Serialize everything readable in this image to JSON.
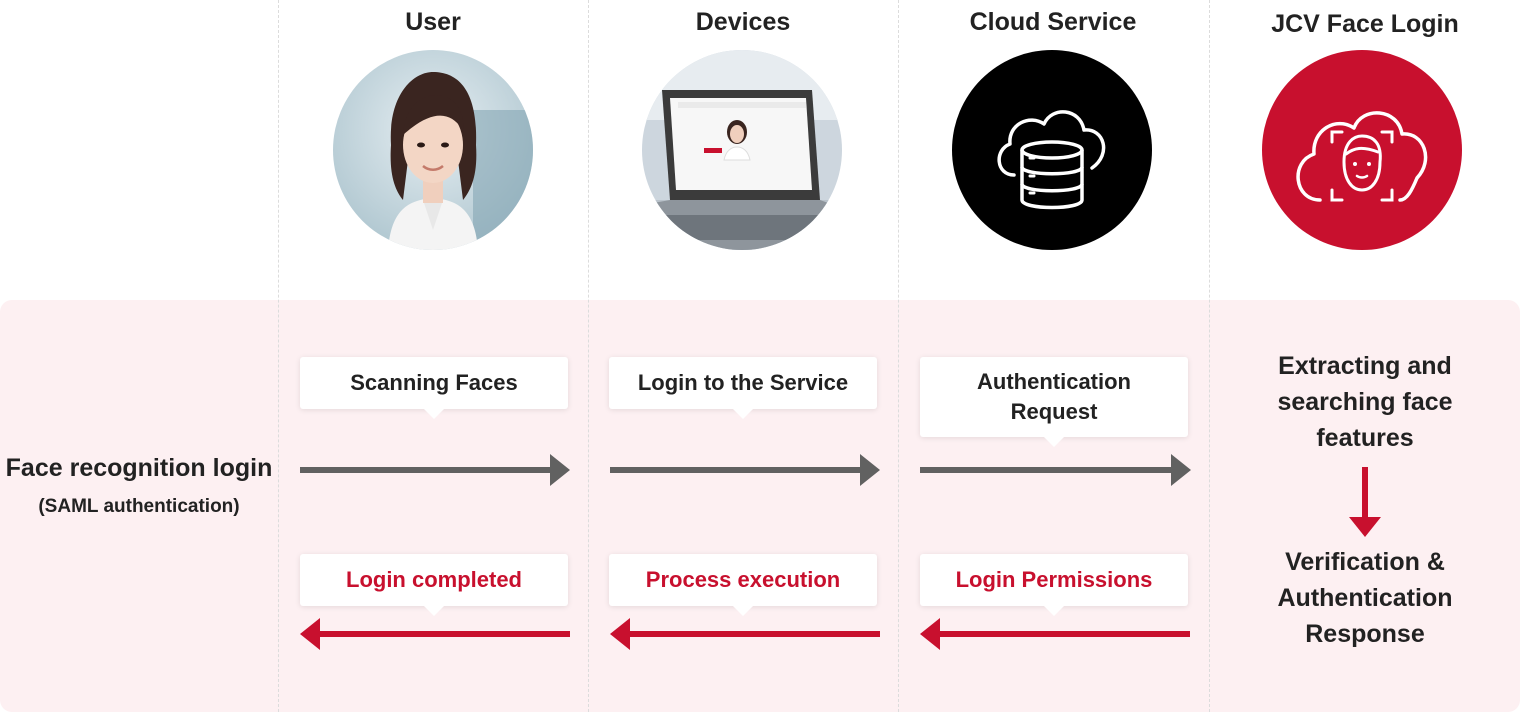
{
  "columns": [
    {
      "title": "User",
      "icon": "woman-portrait-photo"
    },
    {
      "title": "Devices",
      "icon": "laptop-photo"
    },
    {
      "title": "Cloud Service",
      "icon": "cloud-database-icon"
    },
    {
      "title": "JCV Face Login",
      "icon": "cloud-face-scan-icon"
    }
  ],
  "row_label": {
    "title": "Face recognition login",
    "subtitle": "(SAML authentication)"
  },
  "requests": [
    {
      "label": "Scanning Faces"
    },
    {
      "label": "Login to the Service"
    },
    {
      "label": "Authentication Request"
    }
  ],
  "responses": [
    {
      "label": "Login completed"
    },
    {
      "label": "Process execution"
    },
    {
      "label": "Login Permissions"
    }
  ],
  "jcv_steps": {
    "step1": "Extracting and searching face features",
    "step2": "Verification & Authentication Response"
  },
  "colors": {
    "accent_red": "#c8102e",
    "request_arrow": "#616161",
    "band_background": "#fdf0f2",
    "cloud_service_circle": "#000000"
  }
}
